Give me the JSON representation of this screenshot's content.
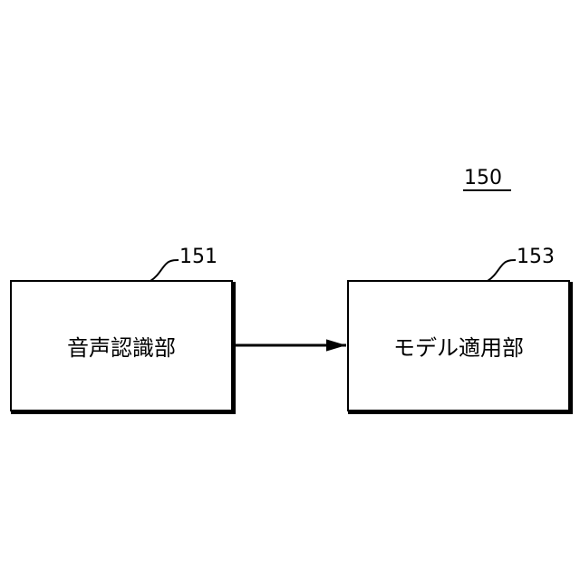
{
  "figure": {
    "ref_number": "150"
  },
  "blocks": [
    {
      "id": "speech-recognition",
      "ref_number": "151",
      "label": "音声認識部"
    },
    {
      "id": "model-application",
      "ref_number": "153",
      "label": "モデル適用部"
    }
  ],
  "connection": {
    "from": "151",
    "to": "153",
    "type": "arrow"
  },
  "colors": {
    "line": "#000000",
    "background": "#ffffff"
  }
}
